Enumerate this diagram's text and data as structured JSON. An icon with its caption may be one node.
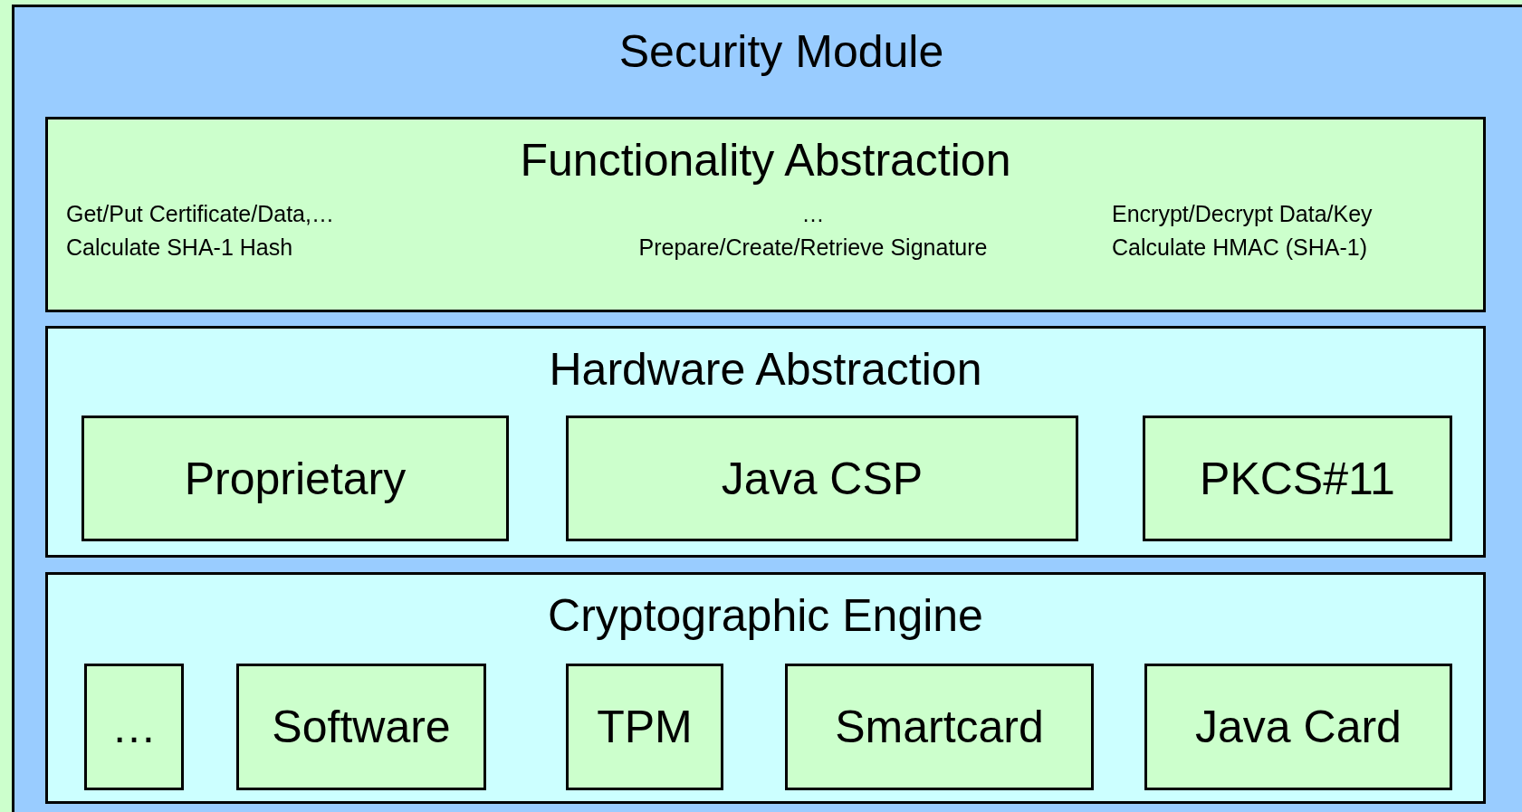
{
  "diagram": {
    "nodes": [
      {
        "text": [
          "Security Module"
        ]
      },
      {
        "text": [
          "Functionality Abstraction",
          "Get/Put Certificate/Data,…",
          "Calculate SHA-1 Hash",
          "…",
          "Prepare/Create/Retrieve Signature",
          "Encrypt/Decrypt Data/Key",
          "Calculate HMAC (SHA-1)"
        ],
        "in": 0
      },
      {
        "text": [
          "Hardware Abstraction"
        ],
        "in": 0
      },
      {
        "text": [
          "Proprietary"
        ],
        "in": 2
      },
      {
        "text": [
          "Java CSP"
        ],
        "in": 2
      },
      {
        "text": [
          "PKCS#11"
        ],
        "in": 2
      },
      {
        "text": [
          "Cryptographic Engine"
        ],
        "in": 0
      },
      {
        "text": [
          "…"
        ],
        "in": 6
      },
      {
        "text": [
          "Software"
        ],
        "in": 6
      },
      {
        "text": [
          "TPM"
        ],
        "in": 6
      },
      {
        "text": [
          "Smartcard"
        ],
        "in": 6
      },
      {
        "text": [
          "Java Card"
        ],
        "in": 6
      }
    ]
  }
}
